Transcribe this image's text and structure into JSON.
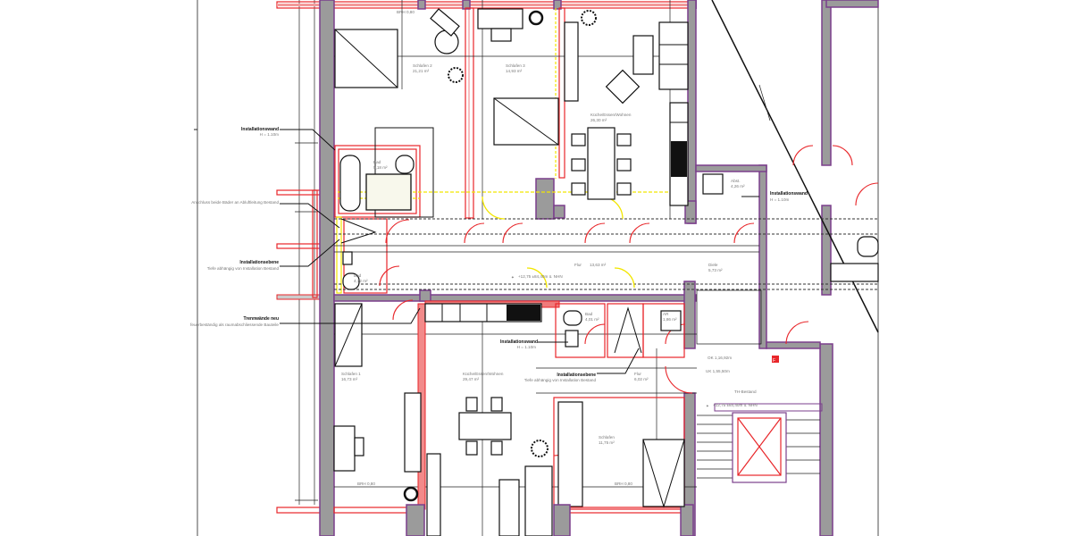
{
  "plan": {
    "colors": {
      "existing_wall": "#9b9b9b",
      "wall_outline": "#7b3f8c",
      "new_wall": "#e8262a",
      "demolition": "#f2e600"
    },
    "rooms": [
      {
        "name": "Schlafen 2",
        "area": "21,21 m²"
      },
      {
        "name": "Schlafen 3",
        "area": "14,93 m²"
      },
      {
        "name": "Küche/Essen/Wohnen",
        "area": "26,30 m²"
      },
      {
        "name": "Bad",
        "area": "5,18 m²"
      },
      {
        "name": "Bad",
        "area": "4,72 m²"
      },
      {
        "name": "Flur",
        "area": "13,63 m²"
      },
      {
        "name": "Diele",
        "area": "5,73 m²"
      },
      {
        "name": "Abst.",
        "area": "4,26 m²"
      },
      {
        "name": "Schlafen 1",
        "area": "16,73 m²"
      },
      {
        "name": "Küche/Essen/Wohnen",
        "area": "29,47 m²"
      },
      {
        "name": "Bad",
        "area": "4,01 m²"
      },
      {
        "name": "AR",
        "area": "1,86 m²"
      },
      {
        "name": "Flur",
        "area": "6,02 m²"
      },
      {
        "name": "Schlafen",
        "area": "11,75 m²"
      },
      {
        "name": "TH-Bestand",
        "area": ""
      }
    ],
    "annotations": [
      {
        "title": "Installationswand",
        "text": "H = 1.10m"
      },
      {
        "title": "",
        "text": "Anschluss beide Bäder an Abluftleitung Bestand"
      },
      {
        "title": "Installationsebene",
        "text": "Tiefe abhängig von Installation Bestand"
      },
      {
        "title": "Trennwände neu",
        "text": "feuerbeständig als raumabschliessende Bauteile"
      },
      {
        "title": "Installationswand",
        "text": "H = 1.10m"
      },
      {
        "title": "Installationsebene",
        "text": "Tiefe abhängig von Installation Bestand"
      },
      {
        "title": "Installationswand",
        "text": "H = 1.10m"
      }
    ],
    "elevations": [
      "+12,75  ±84,40m ü. NHN",
      "+12,75  ±84,40m ü. NHN"
    ],
    "misc": {
      "window_sill": "BRH 0,80",
      "door_1": "UK 1,55,50m",
      "door_2": "OK 1,16,92m",
      "fire_label": "F"
    }
  }
}
